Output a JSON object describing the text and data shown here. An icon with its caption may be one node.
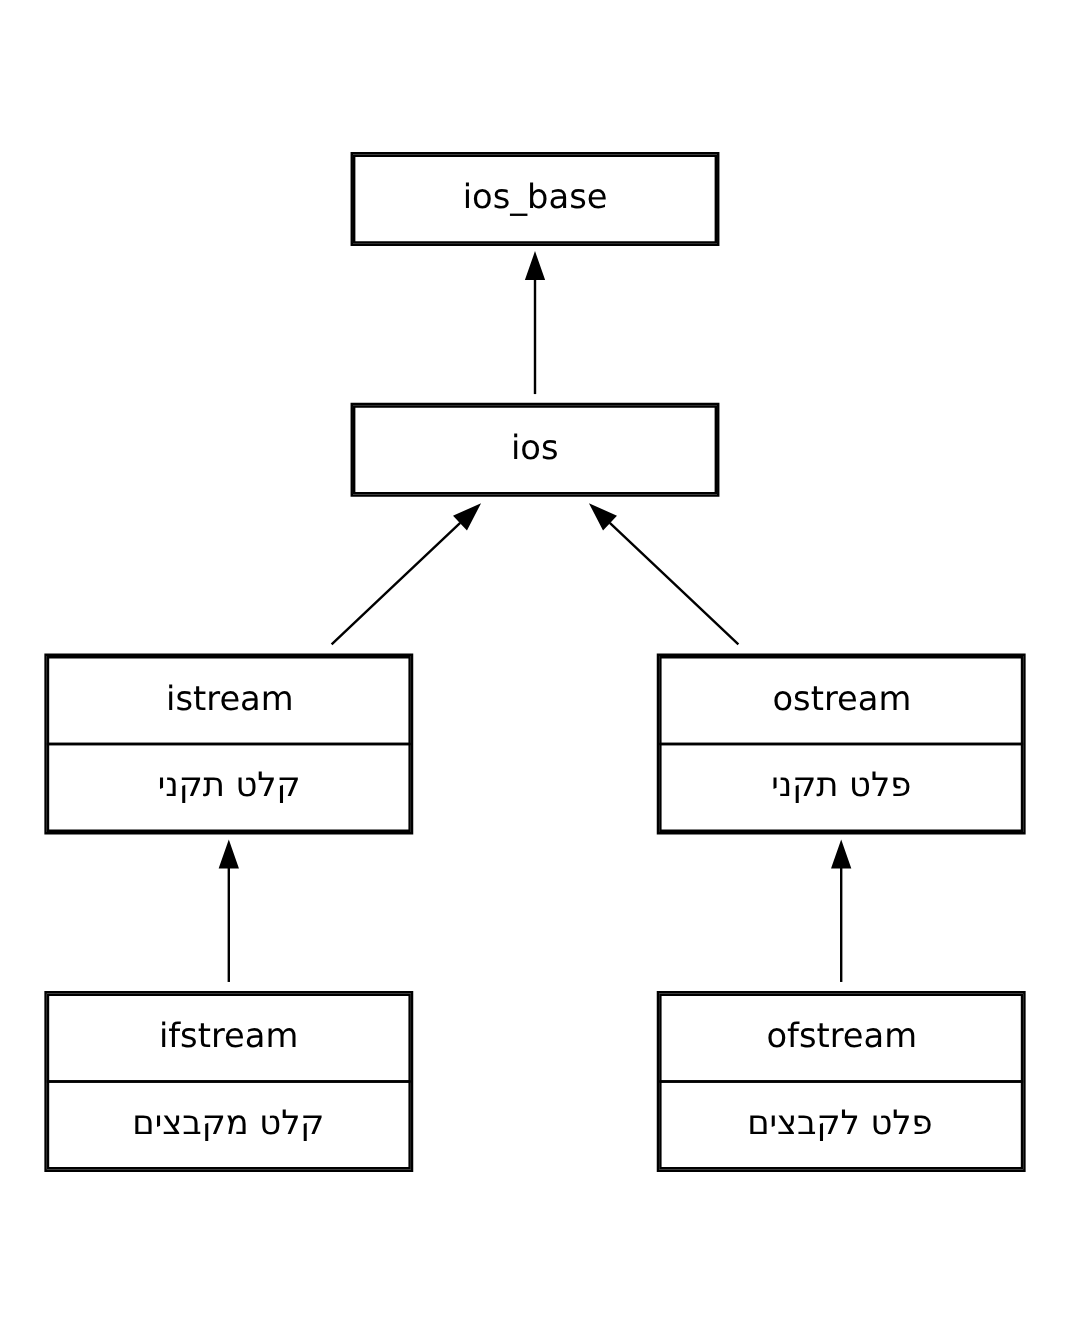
{
  "diagram": {
    "nodes": [
      {
        "text": [
          "ios_base"
        ]
      },
      {
        "text": [
          "ios"
        ]
      },
      {
        "text": [
          "istream",
          "קלט תקני"
        ]
      },
      {
        "text": [
          "ostream",
          "פלט תקני"
        ]
      },
      {
        "text": [
          "ifstream",
          "קלט מקבצים"
        ]
      },
      {
        "text": [
          "ofstream",
          "פלט לקבצים"
        ]
      }
    ],
    "edges": [
      {
        "from": 1,
        "to": 0,
        "arrow": "to"
      },
      {
        "from": 2,
        "to": 1,
        "arrow": "to"
      },
      {
        "from": 3,
        "to": 1,
        "arrow": "to"
      },
      {
        "from": 4,
        "to": 2,
        "arrow": "to"
      },
      {
        "from": 5,
        "to": 3,
        "arrow": "to"
      }
    ]
  }
}
